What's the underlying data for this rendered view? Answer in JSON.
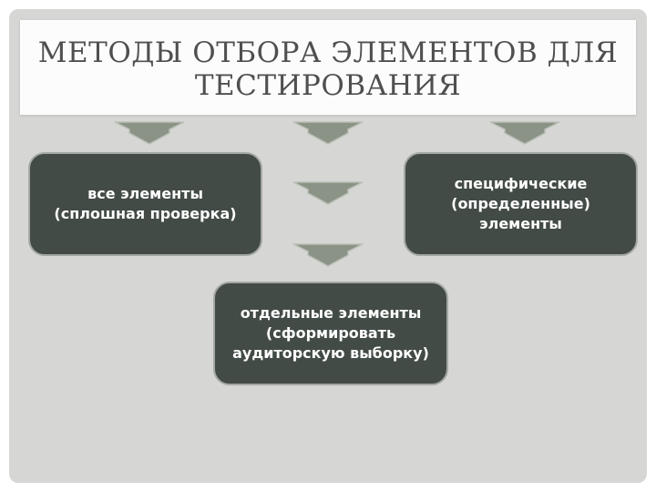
{
  "slide": {
    "title_line1": "Методы отбора элементов для",
    "title_line2": "тестирования"
  },
  "boxes": {
    "all": {
      "line1": "все элементы",
      "line2": "(сплошная проверка)"
    },
    "specific": {
      "line1": "специфические",
      "line2": "(определенные)",
      "line3": "элементы"
    },
    "separate": {
      "line1": "отдельные элементы",
      "line2": "(сформировать",
      "line3": "аудиторскую выборку)"
    }
  },
  "colors": {
    "slide_background": "#d6d6d4",
    "box_fill": "#434b46",
    "box_border": "#a3a8a4",
    "arrow_fill": "#8a9386",
    "arrow_stroke": "#b9c0b6",
    "title_text": "#4f4f4f"
  },
  "icons": {
    "arrow": "down-arrow-icon"
  }
}
